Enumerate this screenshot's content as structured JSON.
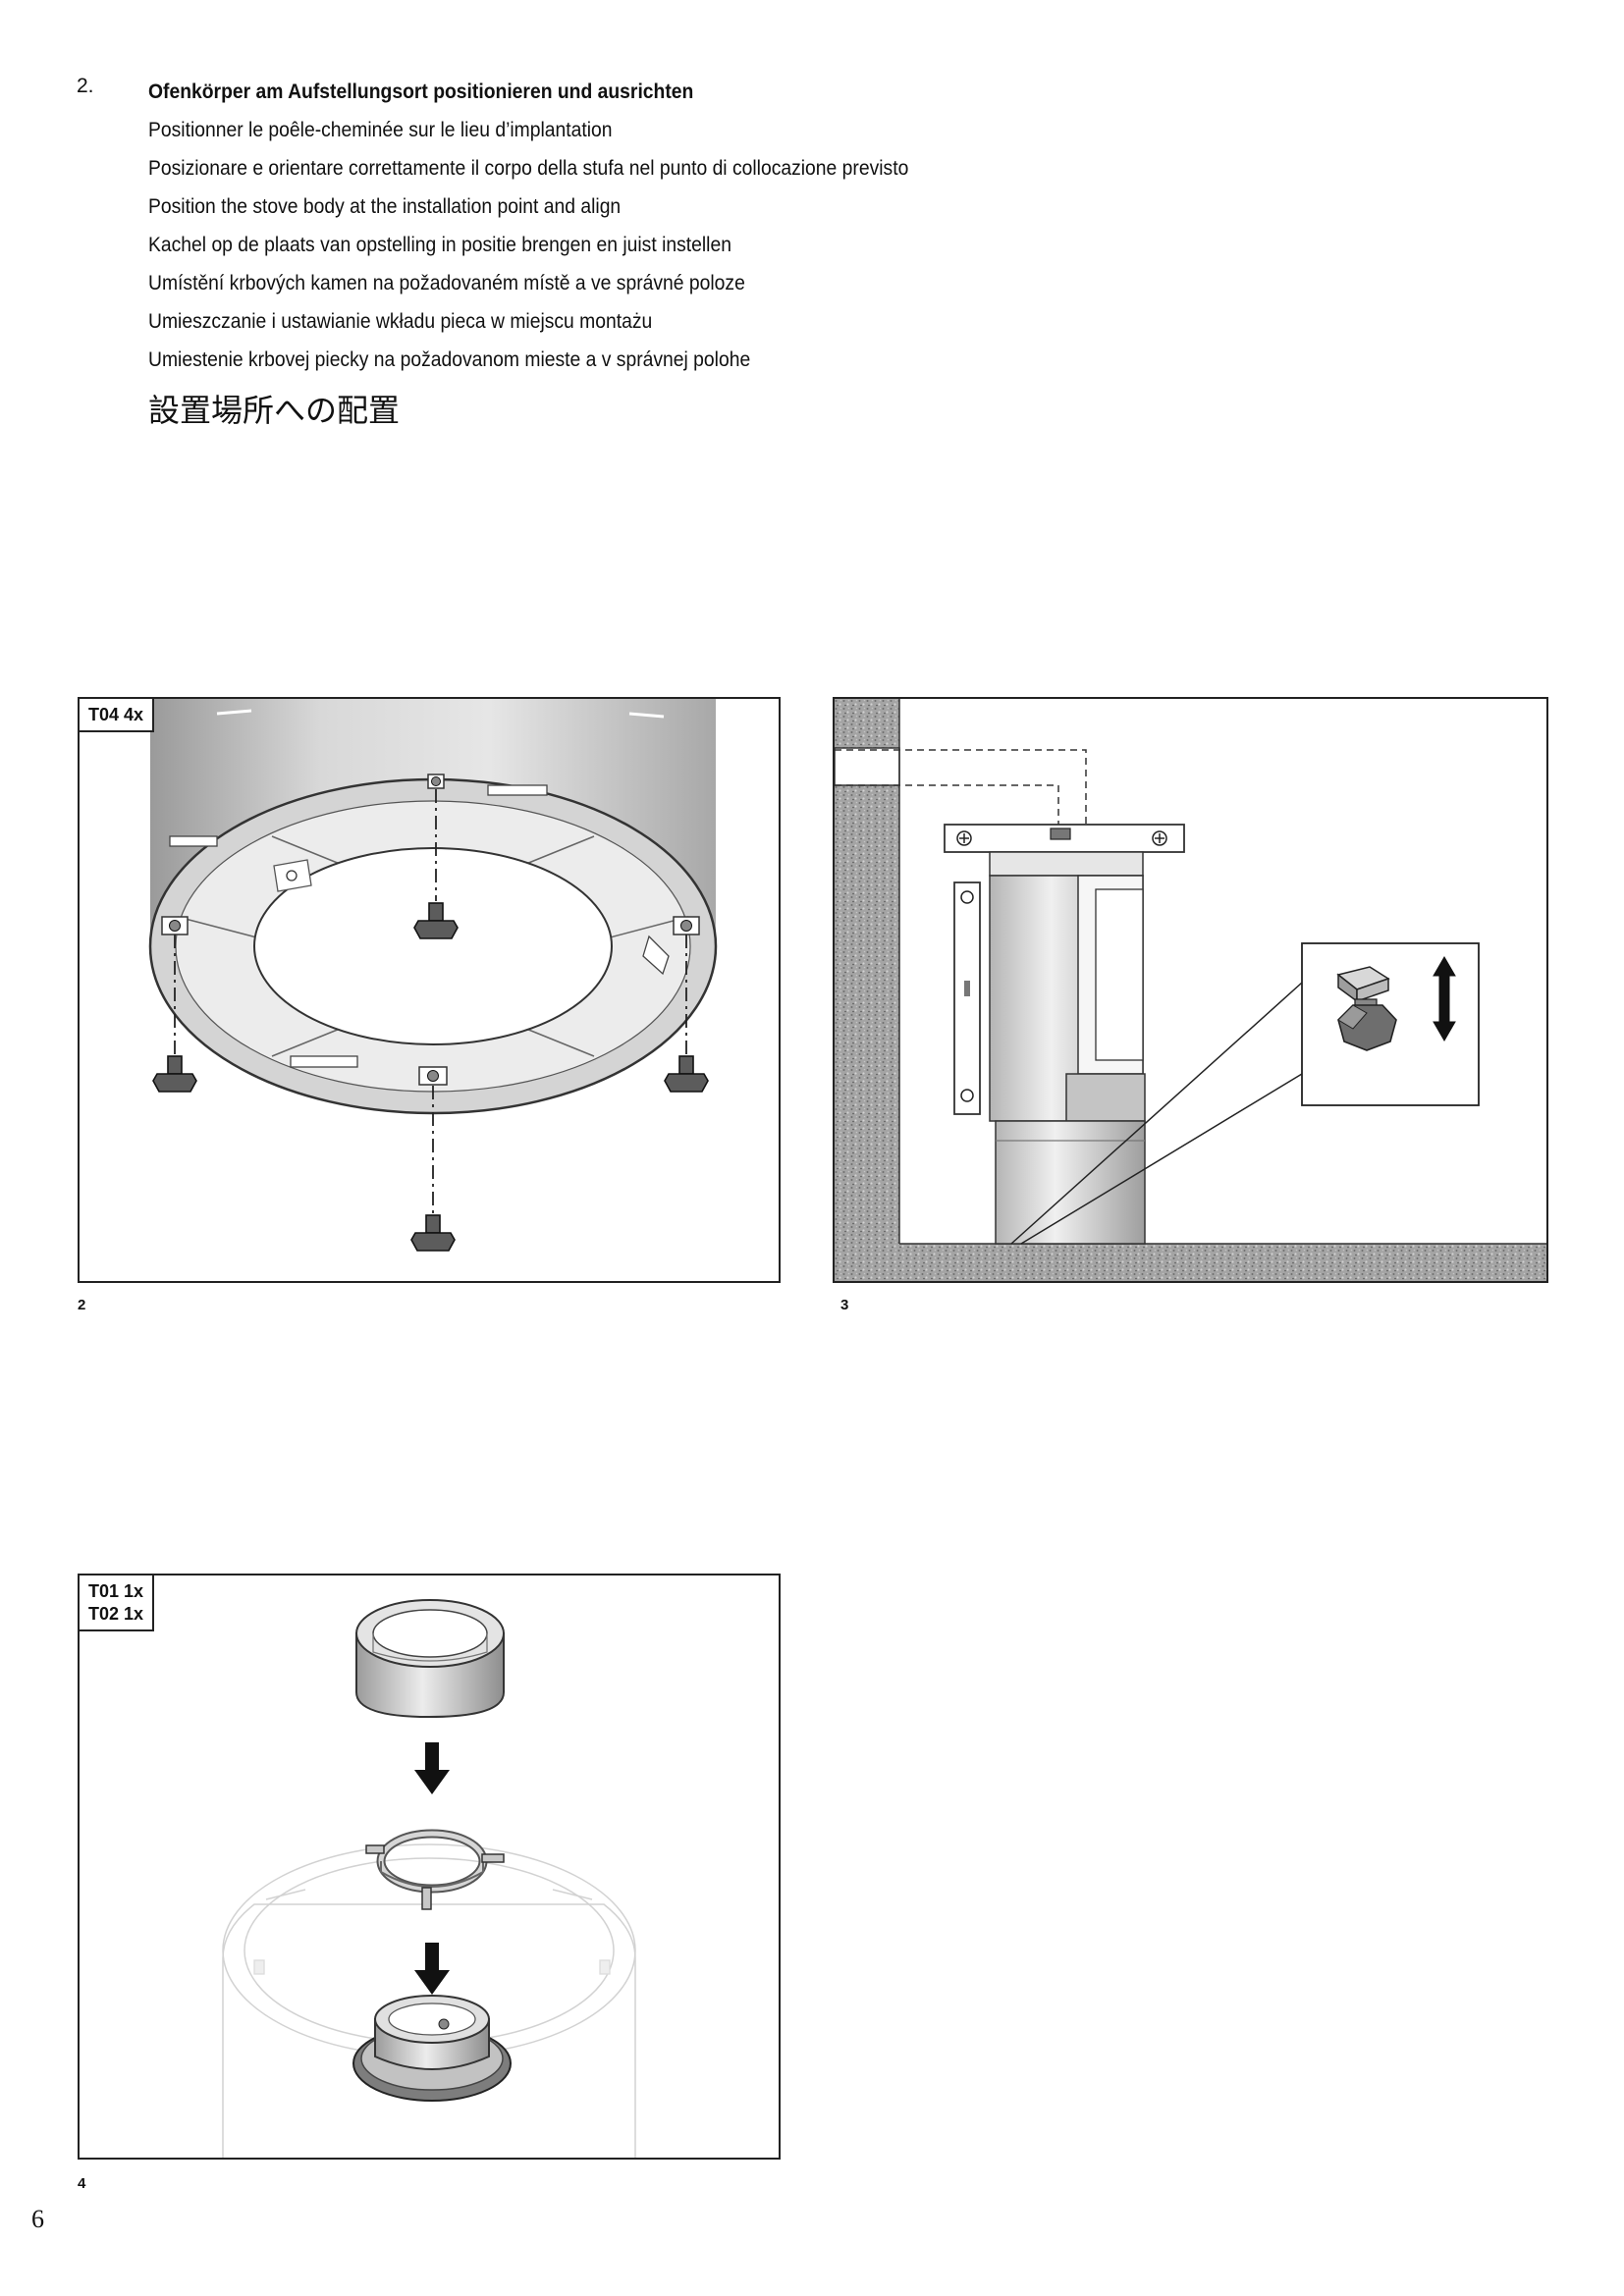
{
  "section": {
    "number": "2.",
    "title": "Ofenkörper am Aufstellungsort positionieren und ausrichten",
    "translations": [
      "Positionner le poêle-cheminée sur le lieu d’implantation",
      "Posizionare e orientare correttamente il corpo della stufa nel punto di collocazione previsto",
      "Position the stove body at the installation point and align",
      "Kachel op de plaats van opstelling in positie brengen en juist instellen",
      "Umístění krbových kamen na požadovaném místě a ve správné poloze",
      "Umieszczanie i ustawianie wkładu pieca w miejscu montażu",
      "Umiestenie krbovej piecky na požadovanom mieste a v správnej polohe"
    ],
    "japanese": "設置場所への配置"
  },
  "figures": [
    {
      "caption": "2",
      "parts": [
        "T04 4x"
      ]
    },
    {
      "caption": "3",
      "parts": []
    },
    {
      "caption": "4",
      "parts": [
        "T01 1x",
        "T02 1x"
      ]
    }
  ],
  "page_number": "6"
}
